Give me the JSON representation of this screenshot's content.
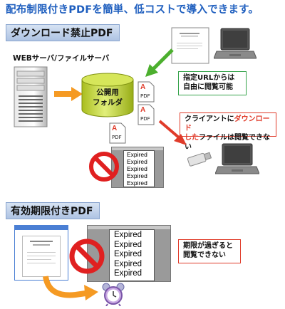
{
  "headline": "配布制限付きPDFを簡単、低コストで導入できます。",
  "section1": {
    "title": "ダウンロード禁止PDF",
    "server_label": "WEBサーバ/ファイルサーバ",
    "folder_line1": "公開用",
    "folder_line2": "フォルダ",
    "pdf_label": "PDF",
    "green_note_line1": "指定URLからは",
    "green_note_line2": "自由に閲覧可能",
    "red_note_line1_a": "クライアントに",
    "red_note_line1_b": "ダウンロード",
    "red_note_line2_a": "した",
    "red_note_line2_b": "ファイルは閲覧できない",
    "expired_lines": [
      "Expired",
      "Expired",
      "Expired",
      "Expired",
      "Expired"
    ]
  },
  "section2": {
    "title": "有効期限付きPDF",
    "expired_lines": [
      "Expired",
      "Expired",
      "Expired",
      "Expired",
      "Expired"
    ],
    "red_note_line1": "期限が過ぎると",
    "red_note_line2": "閲覧できない"
  },
  "colors": {
    "headline": "#1f5fbf",
    "folder": "#c6d93a",
    "green_arrow": "#4caf2e",
    "red_arrow": "#e03b2a",
    "orange_arrow": "#f59a23",
    "prohibit": "#e02020"
  }
}
